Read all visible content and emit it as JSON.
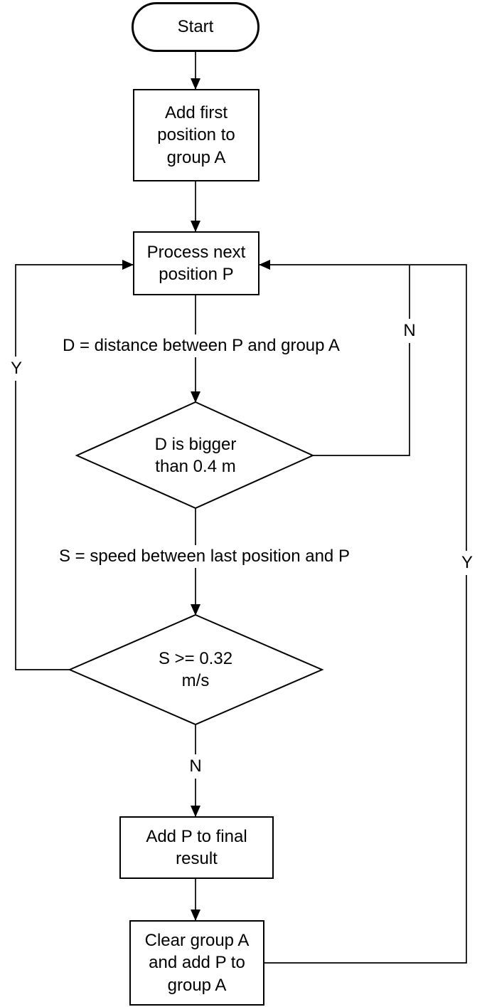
{
  "flowchart": {
    "background_color": "#ffffff",
    "stroke_color": "#000000",
    "nodes": {
      "start": {
        "type": "terminator",
        "label": "Start"
      },
      "add_first_position": {
        "type": "process",
        "lines": [
          "Add first",
          "position to",
          "group A"
        ]
      },
      "process_next_position": {
        "type": "process",
        "lines": [
          "Process next",
          "position P"
        ]
      },
      "distance_decision": {
        "type": "decision",
        "lines": [
          "D is bigger",
          "than 0.4 m"
        ]
      },
      "speed_decision": {
        "type": "decision",
        "lines": [
          "S >= 0.32",
          "m/s"
        ]
      },
      "add_p_to_final_result": {
        "type": "process",
        "lines": [
          "Add P to final",
          "result"
        ]
      },
      "clear_group_a": {
        "type": "process",
        "lines": [
          "Clear group A",
          "and add P to",
          "group A"
        ]
      }
    },
    "annotations": {
      "distance": "D = distance between P and group A",
      "speed": "S = speed between last position and P"
    },
    "edge_labels": {
      "distance_decision_no": "N",
      "speed_decision_yes": "Y",
      "speed_decision_no": "N",
      "clear_group_return_yes": "Y"
    }
  }
}
